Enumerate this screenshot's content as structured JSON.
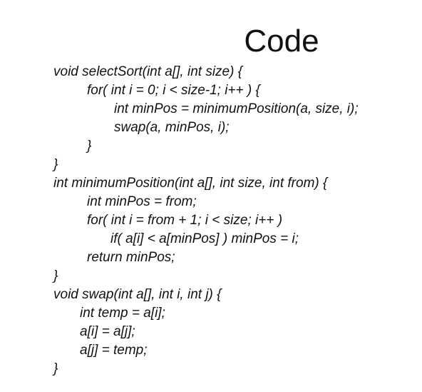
{
  "slide": {
    "title": "Code",
    "code_lines": [
      "void selectSort(int a[], int size) {",
      "for( int i = 0; i < size-1; i++ ) {",
      "int minPos = minimumPosition(a, size, i);",
      "swap(a, minPos, i);",
      "}",
      "}",
      "int minimumPosition(int a[], int size, int from) {",
      "int minPos = from;",
      "for( int i = from + 1; i < size; i++ )",
      "if( a[i] < a[minPos] ) minPos = i;",
      "return minPos;",
      "}",
      "void swap(int a[], int i, int j) {",
      "int temp = a[i];",
      "a[i] = a[j];",
      "a[j] = temp;",
      "}"
    ]
  }
}
